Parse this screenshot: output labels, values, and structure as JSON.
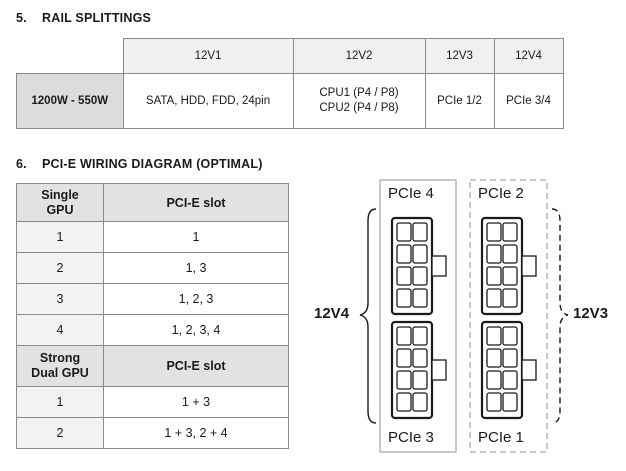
{
  "section5": {
    "number": "5.",
    "title": "RAIL SPLITTINGS"
  },
  "rail_table": {
    "headers": [
      "12V1",
      "12V2",
      "12V3",
      "12V4"
    ],
    "row_label": "1200W - 550W",
    "cells": [
      "SATA, HDD, FDD, 24pin",
      "CPU1 (P4 / P8)",
      "CPU2 (P4 / P8)",
      "PCIe 1/2",
      "PCIe 3/4"
    ]
  },
  "section6": {
    "number": "6.",
    "title": "PCI-E WIRING DIAGRAM (OPTIMAL)"
  },
  "pci_table": {
    "single_header": {
      "line1": "Single",
      "line2": "GPU",
      "slot": "PCI-E slot"
    },
    "single_rows": [
      {
        "gpu": "1",
        "slot": "1"
      },
      {
        "gpu": "2",
        "slot": "1, 3"
      },
      {
        "gpu": "3",
        "slot": "1, 2, 3"
      },
      {
        "gpu": "4",
        "slot": "1, 2, 3, 4"
      }
    ],
    "dual_header": {
      "line1": "Strong",
      "line2": "Dual GPU",
      "slot": "PCI-E slot"
    },
    "dual_rows": [
      {
        "gpu": "1",
        "slot": "1 + 3"
      },
      {
        "gpu": "2",
        "slot": "1 + 3, 2 + 4"
      }
    ]
  },
  "diagram": {
    "left_box": {
      "top": "PCIe 4",
      "bottom": "PCIe 3"
    },
    "right_box": {
      "top": "PCIe 2",
      "bottom": "PCIe 1"
    },
    "left_rail": "12V4",
    "right_rail": "12V3",
    "colors": {
      "outline": "#aaaaaa",
      "connector": "#1a1a1a",
      "text": "#1a1a1a"
    }
  }
}
